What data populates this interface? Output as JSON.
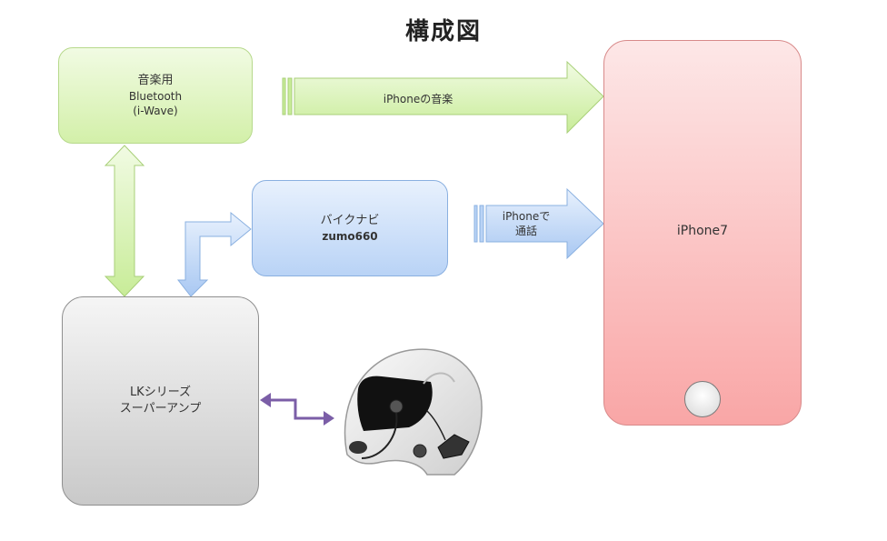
{
  "title": "構成図",
  "nodes": {
    "bluetooth": {
      "line1": "音楽用",
      "line2": "Bluetooth",
      "line3": "(i-Wave)"
    },
    "navi": {
      "line1": "バイクナビ",
      "line2": "zumo660"
    },
    "lk": {
      "line1": "LKシリーズ",
      "line2": "スーパーアンプ"
    },
    "phone": {
      "label": "iPhone7"
    }
  },
  "arrows": {
    "music": "iPhoneの音楽",
    "call_line1": "iPhoneで",
    "call_line2": "通話"
  },
  "colors": {
    "green": "#d3f0a9",
    "blue": "#b9d3f6",
    "gray": "#c9c9c9",
    "pink": "#f9a6a6",
    "purple": "#7b5ea7"
  }
}
